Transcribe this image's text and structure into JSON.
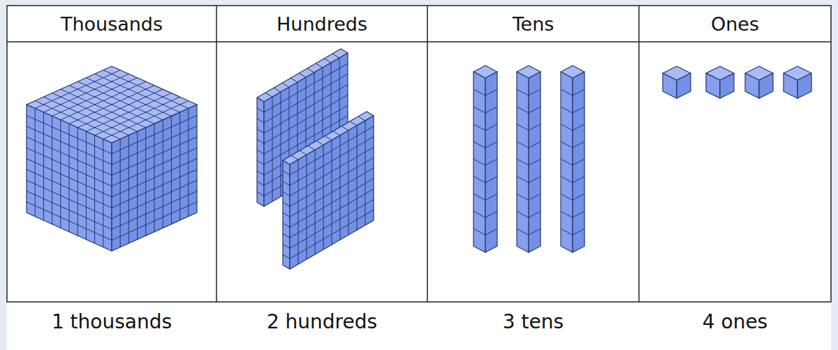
{
  "diagram": {
    "labels": [
      "Thousands",
      "Hundreds",
      "Tens",
      "Ones",
      "1 thousands",
      "2 hundreds",
      "3 tens",
      "4 ones"
    ]
  }
}
